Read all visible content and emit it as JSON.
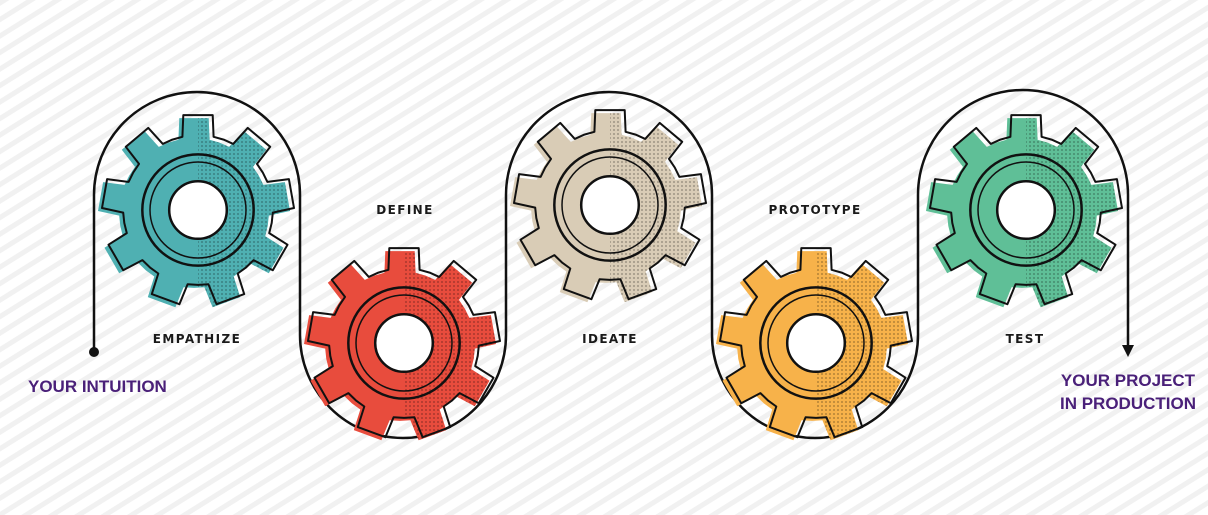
{
  "start_label": "YOUR INTUITION",
  "end_label": [
    "YOUR PROJECT",
    "IN PRODUCTION"
  ],
  "stages": [
    {
      "label": "EMPATHIZE",
      "color": "#4fb0b2",
      "icon": "gear-icon"
    },
    {
      "label": "DEFINE",
      "color": "#e84c3d",
      "icon": "gear-icon"
    },
    {
      "label": "IDEATE",
      "color": "#d9ccb6",
      "icon": "gear-icon"
    },
    {
      "label": "PROTOTYPE",
      "color": "#f7b24a",
      "icon": "gear-icon"
    },
    {
      "label": "TEST",
      "color": "#5fbf97",
      "icon": "gear-icon"
    }
  ],
  "colors": {
    "line": "#111111",
    "end_label": "#4a2079",
    "background_stripe": "#eeeeee"
  }
}
